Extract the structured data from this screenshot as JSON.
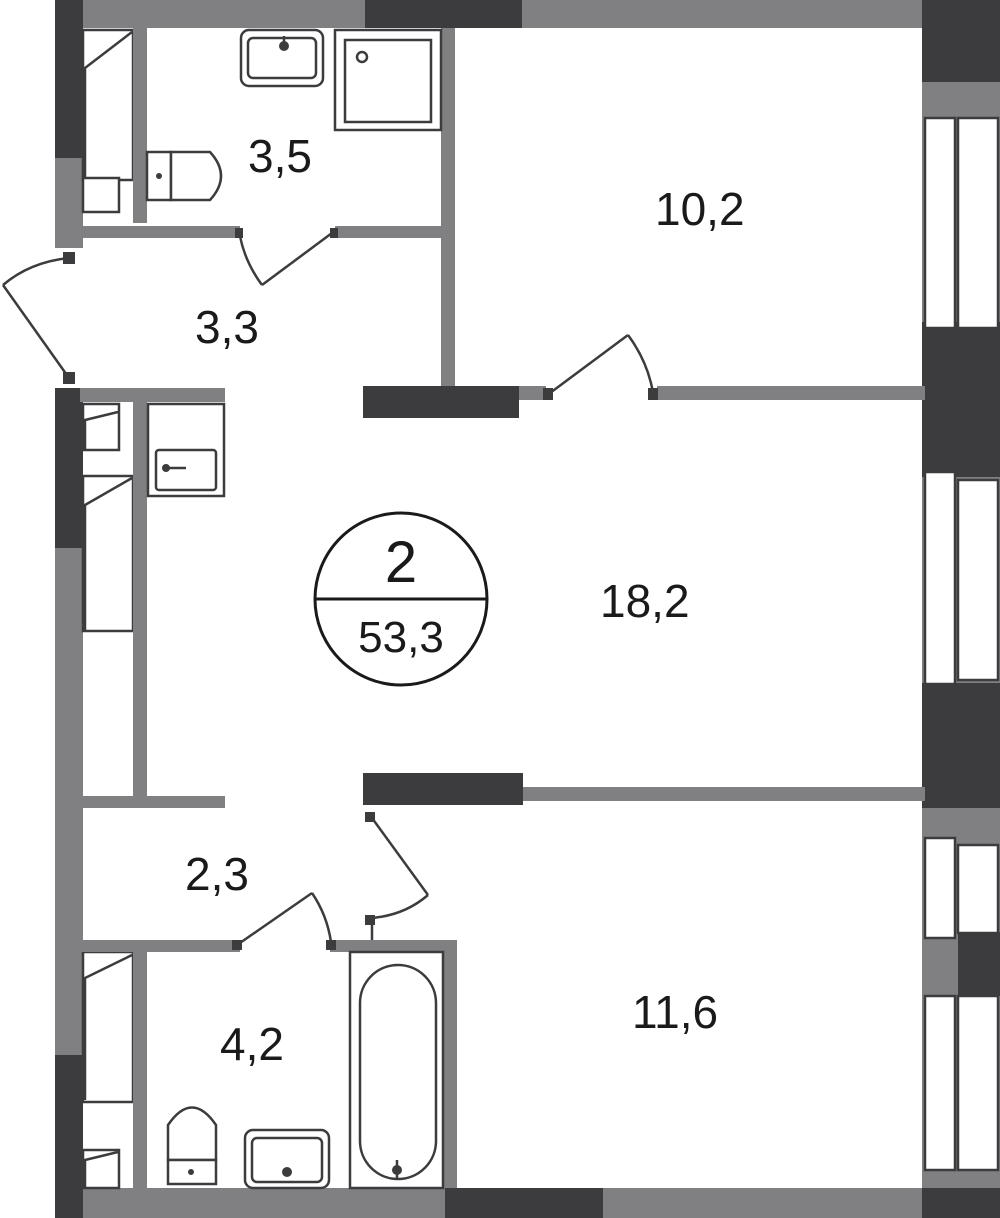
{
  "plan": {
    "rooms_count": "2",
    "total_area": "53,3"
  },
  "rooms": {
    "bathroom_top": "3,5",
    "bedroom_top": "10,2",
    "hall_top": "3,3",
    "living_room": "18,2",
    "hall_bottom": "2,3",
    "bathroom_bottom": "4,2",
    "bedroom_bottom": "11,6"
  },
  "colors": {
    "wall": "#808083",
    "wall_dark": "#3c3c3e",
    "background": "#ffffff"
  }
}
